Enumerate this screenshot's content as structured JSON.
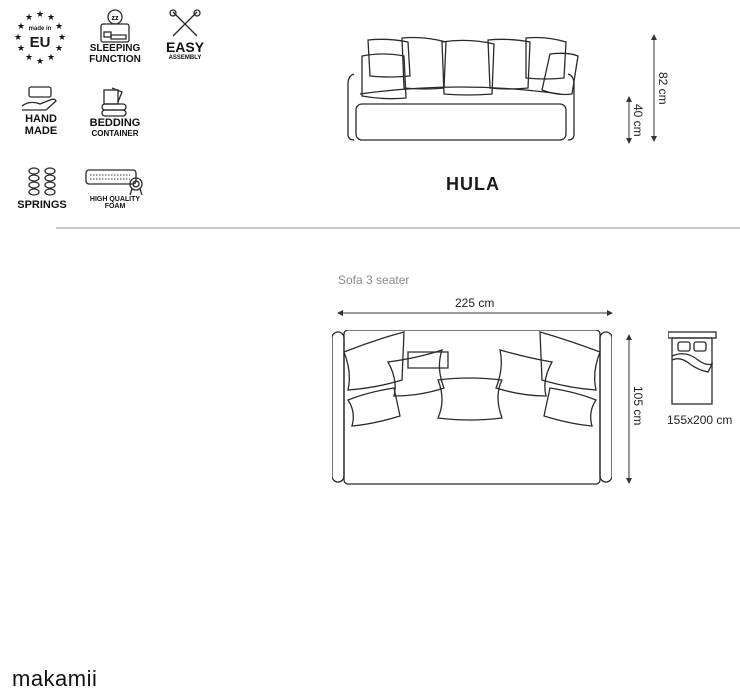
{
  "features": [
    {
      "id": "made-in-eu",
      "icon": "eu-stars-icon",
      "line1": "made in",
      "line2": "EU"
    },
    {
      "id": "sleeping-function",
      "icon": "sleeping-bed-icon",
      "line1": "SLEEPING",
      "line2": "FUNCTION"
    },
    {
      "id": "easy-assembly",
      "icon": "tools-icon",
      "line1": "EASY",
      "line2": "ASSEMBLY"
    },
    {
      "id": "hand-made",
      "icon": "hand-sofa-icon",
      "line1": "HAND",
      "line2": "MADE"
    },
    {
      "id": "bedding-container",
      "icon": "bedding-icon",
      "line1": "BEDDING",
      "line2": "CONTAINER"
    },
    {
      "id": "springs",
      "icon": "springs-icon",
      "line1": "SPRINGS",
      "line2": ""
    },
    {
      "id": "high-quality-foam",
      "icon": "foam-badge-icon",
      "line1": "HIGH QUALITY",
      "line2": "FOAM"
    }
  ],
  "front_view": {
    "product_name": "HULA",
    "height_total": "82 cm",
    "seat_height": "40 cm"
  },
  "top_view": {
    "caption": "Sofa 3 seater",
    "width": "225 cm",
    "depth": "105 cm"
  },
  "bed": {
    "size": "155x200 cm"
  },
  "brand": {
    "name": "makamii"
  }
}
